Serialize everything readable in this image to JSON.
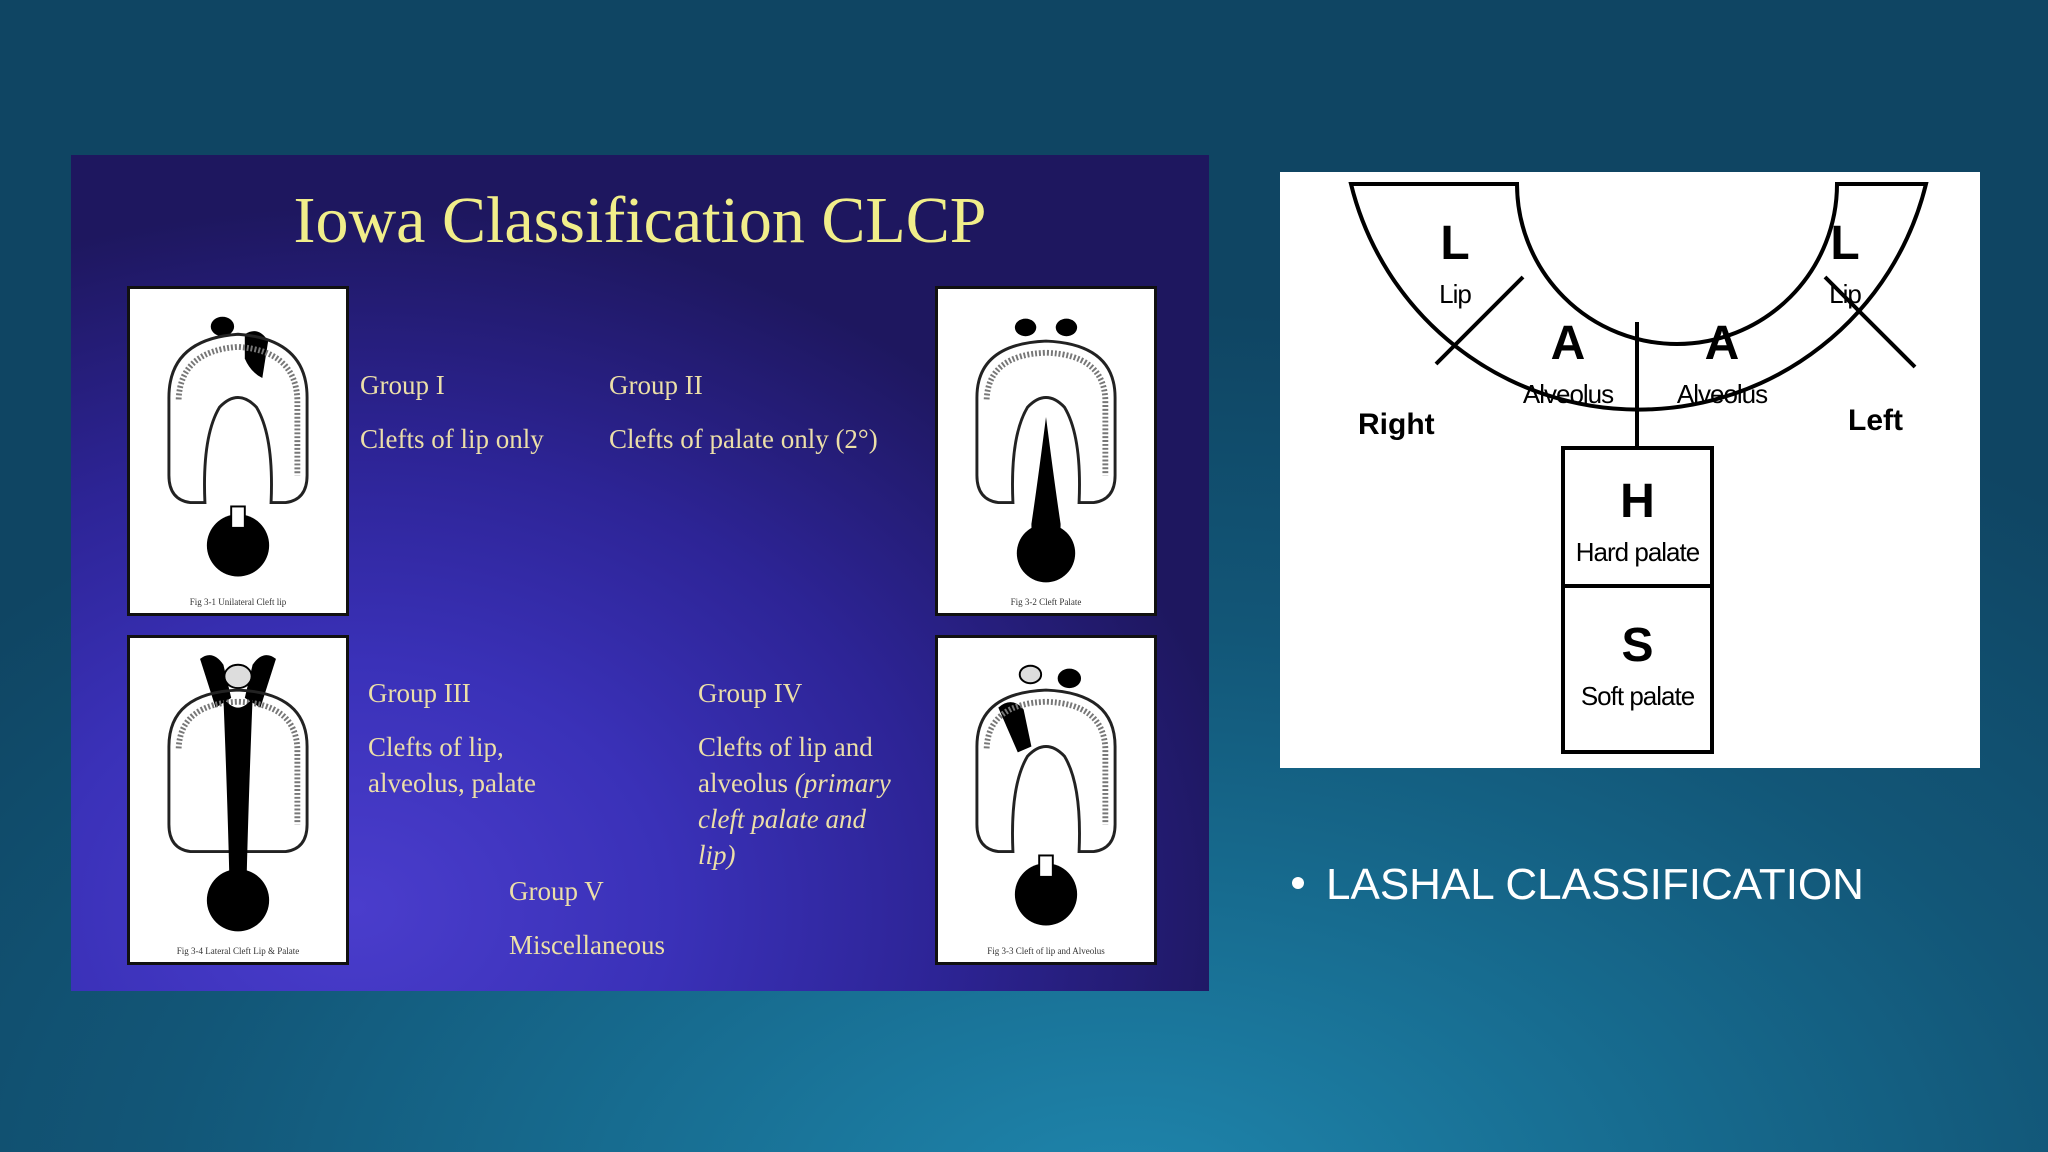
{
  "iowa": {
    "title": "Iowa Classification CLCP",
    "groups": [
      {
        "name": "Group I",
        "desc": "Clefts of lip only"
      },
      {
        "name": "Group II",
        "desc": "Clefts of palate only (2°)"
      },
      {
        "name": "Group III",
        "desc_lines": [
          "Clefts of lip,",
          "alveolus, palate"
        ]
      },
      {
        "name": "Group IV",
        "desc_lines": [
          "Clefts of lip and",
          "alveolus"
        ],
        "desc_italic": [
          "(primary",
          "cleft palate and",
          "lip)"
        ]
      },
      {
        "name": "Group V",
        "desc": "Miscellaneous"
      }
    ],
    "captions": [
      "Fig 3-1 Unilateral Cleft lip",
      "Fig 3-2 Cleft Palate",
      "Fig 3-4 Lateral Cleft Lip & Palate",
      "Fig 3-3 Cleft of lip and Alveolus"
    ]
  },
  "lahshal": {
    "side_right": "Right",
    "side_left": "Left",
    "segments": [
      {
        "letter": "L",
        "label": "Lip"
      },
      {
        "letter": "A",
        "label": "Alveolus"
      },
      {
        "letter": "A",
        "label": "Alveolus"
      },
      {
        "letter": "L",
        "label": "Lip"
      },
      {
        "letter": "H",
        "label": "Hard palate"
      },
      {
        "letter": "S",
        "label": "Soft palate"
      }
    ]
  },
  "bullets": [
    "LASHAL CLASSIFICATION"
  ]
}
